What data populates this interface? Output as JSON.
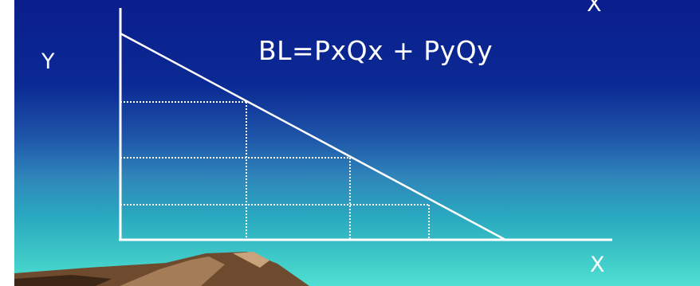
{
  "labels": {
    "y_axis": "Y",
    "x_axis_top": "X",
    "x_axis_bottom": "X",
    "formula": "BL=PxQx + PyQy"
  },
  "colors": {
    "sky_top": "#0a1e8c",
    "sky_bottom": "#4fe0d2",
    "lines": "#ffffff",
    "mountain_dark": "#4a2e1c",
    "mountain_light": "#a07a58"
  }
}
